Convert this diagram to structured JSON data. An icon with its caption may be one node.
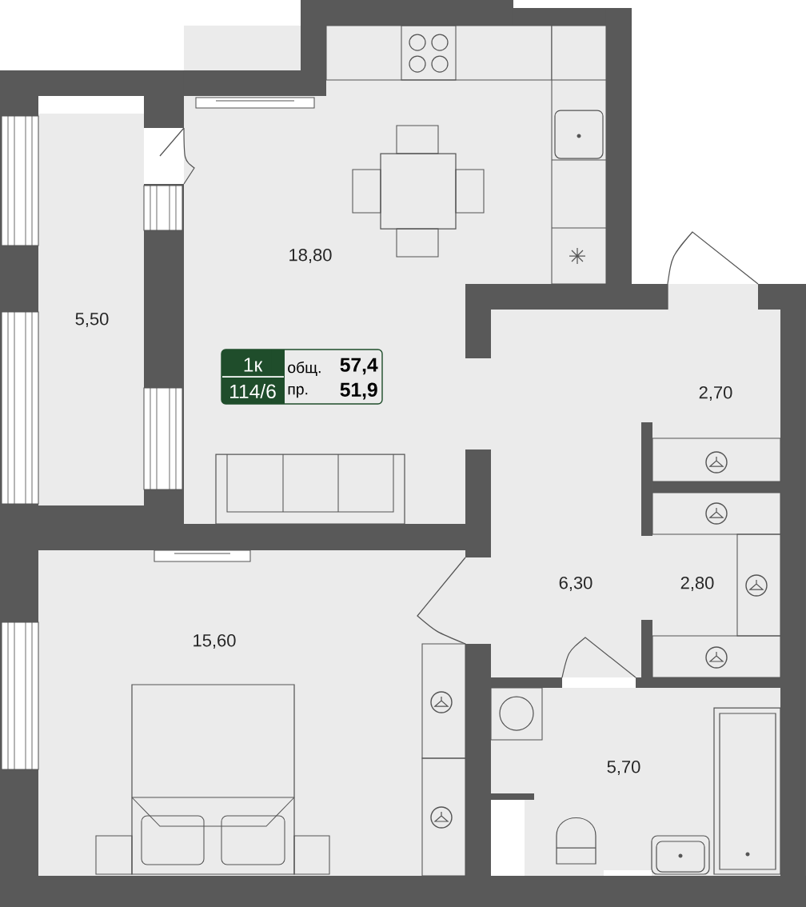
{
  "diagram": {
    "nodes": [
      {
        "text": [
          "1к",
          "114/6",
          "общ.",
          "57,4",
          "пр.",
          "51,9"
        ]
      }
    ],
    "labels": [
      "18,80",
      "5,50",
      "2,70",
      "6,30",
      "2,80",
      "15,60",
      "5,70"
    ]
  }
}
